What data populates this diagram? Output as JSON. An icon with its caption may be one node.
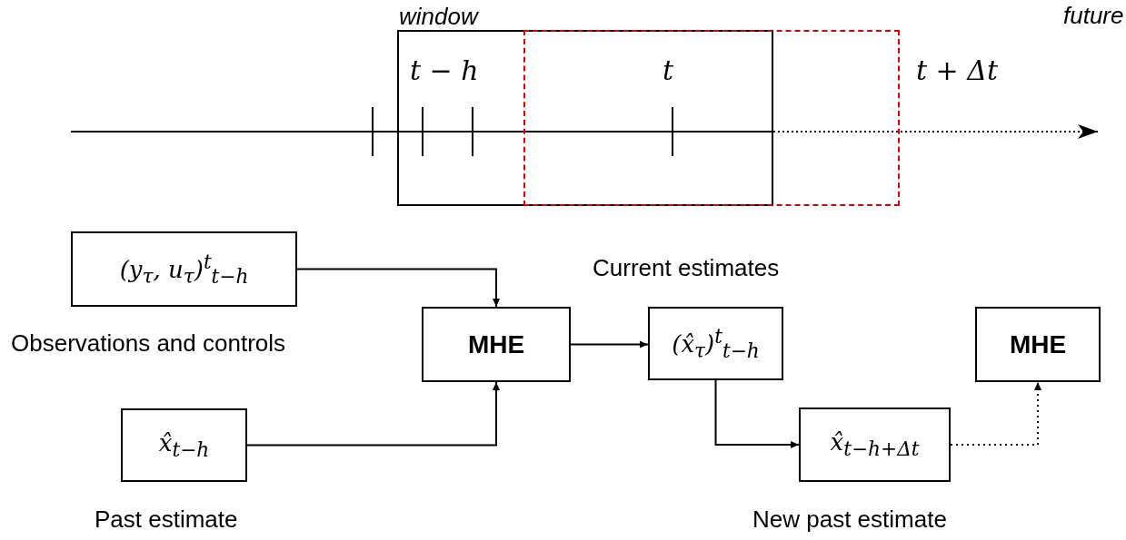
{
  "diagram": {
    "nodes": [
      {
        "text": [
          "window",
          "t − h",
          "t"
        ]
      },
      {
        "text": [
          "t + Δt"
        ]
      },
      {
        "text": [
          "(y$_{τ}$, u$_{τ}$)$^{t}$$_{t−h}$"
        ],
        "beside": [
          "Observations and controls"
        ]
      },
      {
        "text": [
          "MHE"
        ]
      },
      {
        "text": [
          "x̂$_{t−h}$"
        ],
        "beside": [
          "Past estimate"
        ]
      },
      {
        "text": [
          "(x̂$_{τ}$)$^{t}$$_{t−h}$"
        ],
        "beside": [
          "Current estimates"
        ]
      },
      {
        "text": [
          "x̂$_{t−h+Δt}$"
        ],
        "beside": [
          "New past estimate"
        ]
      },
      {
        "text": [
          "MHE"
        ]
      }
    ],
    "edges": [
      {
        "from": 2,
        "to": 3,
        "arrow": "to"
      },
      {
        "from": 4,
        "to": 3,
        "arrow": "to"
      },
      {
        "from": 3,
        "to": 5,
        "arrow": "to"
      },
      {
        "from": 5,
        "to": 6,
        "arrow": "to"
      },
      {
        "from": 6,
        "to": 7,
        "arrow": "to",
        "style": "dashed"
      }
    ],
    "labels": [
      "future"
    ]
  }
}
